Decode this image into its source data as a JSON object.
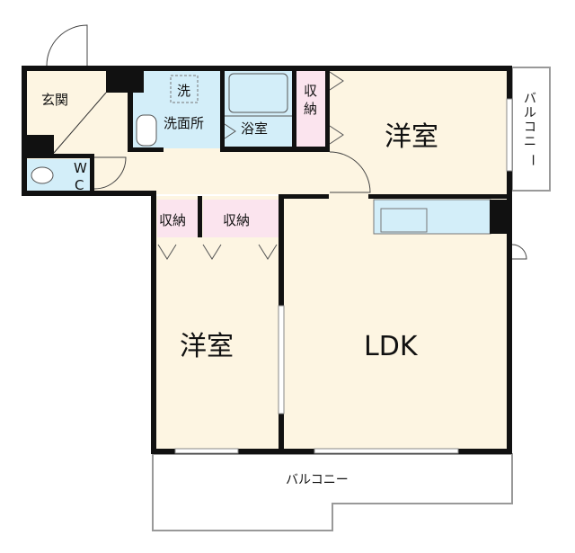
{
  "floorplan": {
    "rooms": {
      "entrance": "玄関",
      "washer": "洗",
      "washroom": "洗面所",
      "bathroom": "浴室",
      "storage_top": [
        "収",
        "納"
      ],
      "western_room_upper": "洋室",
      "wc": [
        "W",
        "C"
      ],
      "storage_lower_1": "収納",
      "storage_lower_2": "収納",
      "western_room_lower": "洋室",
      "ldk": "LDK",
      "balcony_bottom": "バルコニー",
      "balcony_right": [
        "バ",
        "ル",
        "コ",
        "ニ",
        "ー"
      ]
    },
    "colors": {
      "floor": "#fdf5e2",
      "wet_area": "#d3eef9",
      "storage": "#fbe4ee",
      "wall": "#111111"
    }
  }
}
